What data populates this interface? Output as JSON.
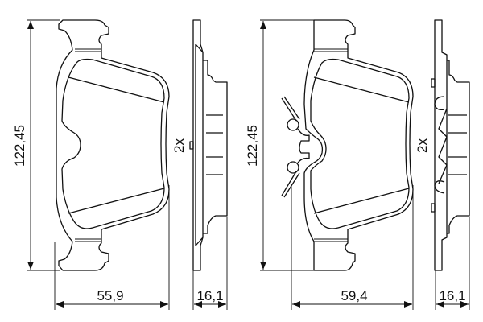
{
  "drawing": {
    "left_pad": {
      "height_dimension": "122,45",
      "width_dimension": "55,9",
      "thickness_dimension": "16,1",
      "quantity": "2x"
    },
    "right_pad": {
      "height_dimension": "122,45",
      "width_dimension": "59,4",
      "thickness_dimension": "16,1",
      "quantity": "2x"
    },
    "colors": {
      "line": "#111111",
      "background": "#ffffff"
    }
  }
}
